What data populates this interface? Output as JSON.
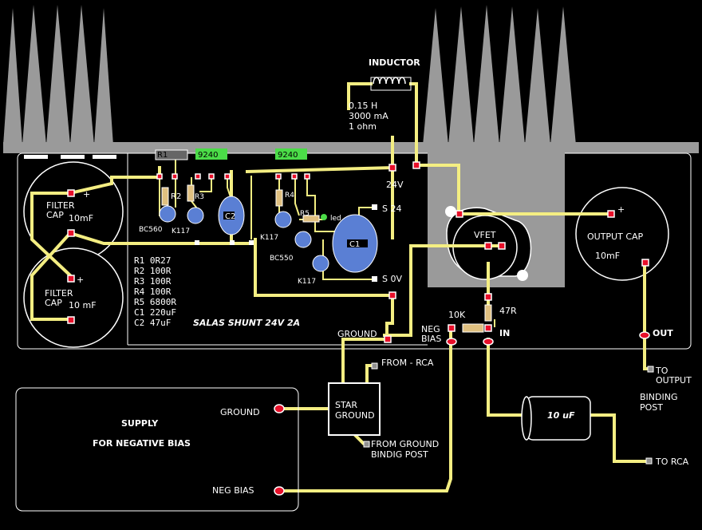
{
  "labels": {
    "inductor": "INDUCTOR",
    "inductor_spec1": "0.15 H",
    "inductor_spec2": "3000 mA",
    "inductor_spec3": "1 ohm",
    "r1": "R1",
    "chip1": "9240",
    "chip2": "9240",
    "v24": "24V",
    "filter_cap_1_a": "FILTER",
    "filter_cap_1_b": "CAP",
    "filter_cap_1_val": "10mF",
    "filter_cap_2_a": "FILTER",
    "filter_cap_2_b": "CAP",
    "filter_cap_2_val": "10 mF",
    "r2": "R2",
    "r3": "R3",
    "r4": "R4",
    "r5": "R5",
    "led": "led",
    "c1": "C1",
    "c2": "C2",
    "bc560": "BC560",
    "k117_1": "K117",
    "k117_2": "K117",
    "k117_3": "K117",
    "bc550": "BC550",
    "s24": "S 24",
    "s0v": "S 0V",
    "vfet": "VFET",
    "output_cap": "OUTPUT CAP",
    "output_cap_val": "10mF",
    "out": "OUT",
    "to_output": "TO",
    "to_output_2": "OUTPUT",
    "binding": "BINDING",
    "post": "POST",
    "r10k": "10K",
    "r47": "47R",
    "neg_bias_a": "NEG",
    "neg_bias_b": "BIAS",
    "in": "IN",
    "ground": "GROUND",
    "title": "SALAS SHUNT 24V 2A",
    "from_rca": "FROM - RCA",
    "star_ground_a": "STAR",
    "star_ground_b": "GROUND",
    "from_ground_a": "FROM GROUND",
    "from_ground_b": "BINDIG POST",
    "supply_a": "SUPPLY",
    "supply_b": "FOR NEGATIVE BIAS",
    "supply_ground": "GROUND",
    "supply_neg_bias": "NEG BIAS",
    "cap_10uf": "10 uF",
    "to_rca": "TO RCA"
  },
  "bom": [
    "R1  0R27",
    "R2  100R",
    "R3  100R",
    "R4  100R",
    "R5  6800R",
    "C1  220uF",
    "C2  47uF"
  ],
  "colors": {
    "wire": "#f4ee82",
    "pad": "#e8102a",
    "heatsink": "#9a9a9a",
    "transistor": "#5a7fd4"
  }
}
